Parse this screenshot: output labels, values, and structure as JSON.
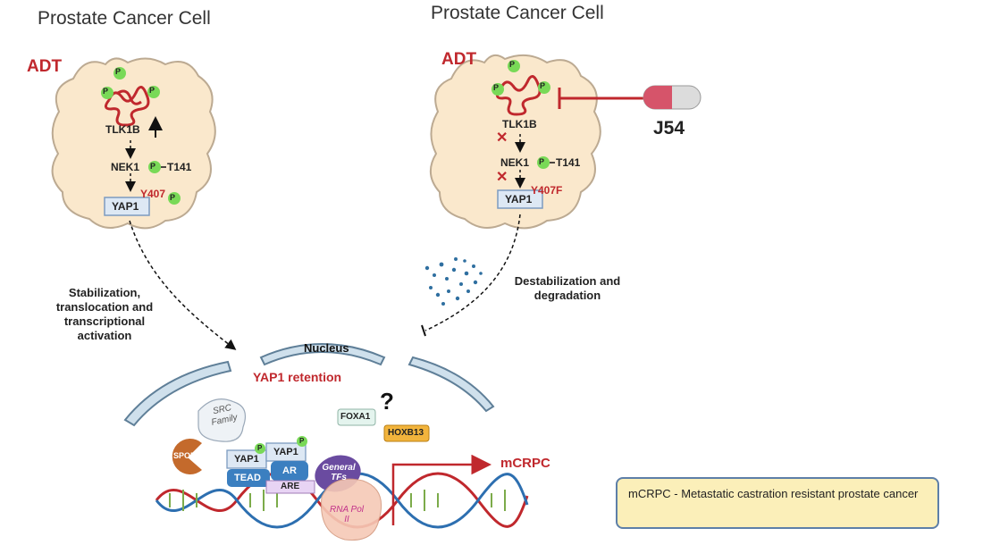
{
  "left_cell": {
    "title": "Prostate Cancer Cell",
    "adt": "ADT",
    "tlk1b": "TLK1B",
    "nek1": "NEK1",
    "nek1_site": "T141",
    "yap1": "YAP1",
    "yap1_site": "Y407",
    "p": "P",
    "up_arrow": "↑"
  },
  "right_cell": {
    "title": "Prostate Cancer Cell",
    "adt": "ADT",
    "tlk1b": "TLK1B",
    "nek1": "NEK1",
    "nek1_site": "T141",
    "yap1": "YAP1",
    "yap1_site": "Y407F",
    "p": "P",
    "block_mark": "✕",
    "drug": "J54"
  },
  "left_path_label": "Stabilization, translocation and transcriptional activation",
  "right_path_label": "Destabilization and degradation",
  "nucleus": {
    "label": "Nucleus",
    "retention": "YAP1 retention",
    "src": "SRC Family",
    "foxa1": "FOXA1",
    "question": "?",
    "hoxb13": "HOXB13",
    "spop": "SPOP",
    "yap1_a": "YAP1",
    "yap1_b": "YAP1",
    "p": "P",
    "tead": "TEAD",
    "ar": "AR",
    "are": "ARE",
    "general_tfs": "General TFs",
    "rna_pol": "RNA Pol II",
    "mcrpc": "mCRPC"
  },
  "legend": "mCRPC - Metastatic castration resistant prostate cancer",
  "colors": {
    "cell_fill": "#fae8cc",
    "cell_stroke": "#bcaa92",
    "accent_red": "#c0282d",
    "p_green": "#79d957",
    "membrane": "#cfe0ec",
    "membrane_stroke": "#5f7f98",
    "tead_blue": "#3b7fc0",
    "legend_fill": "#fbefb9"
  }
}
